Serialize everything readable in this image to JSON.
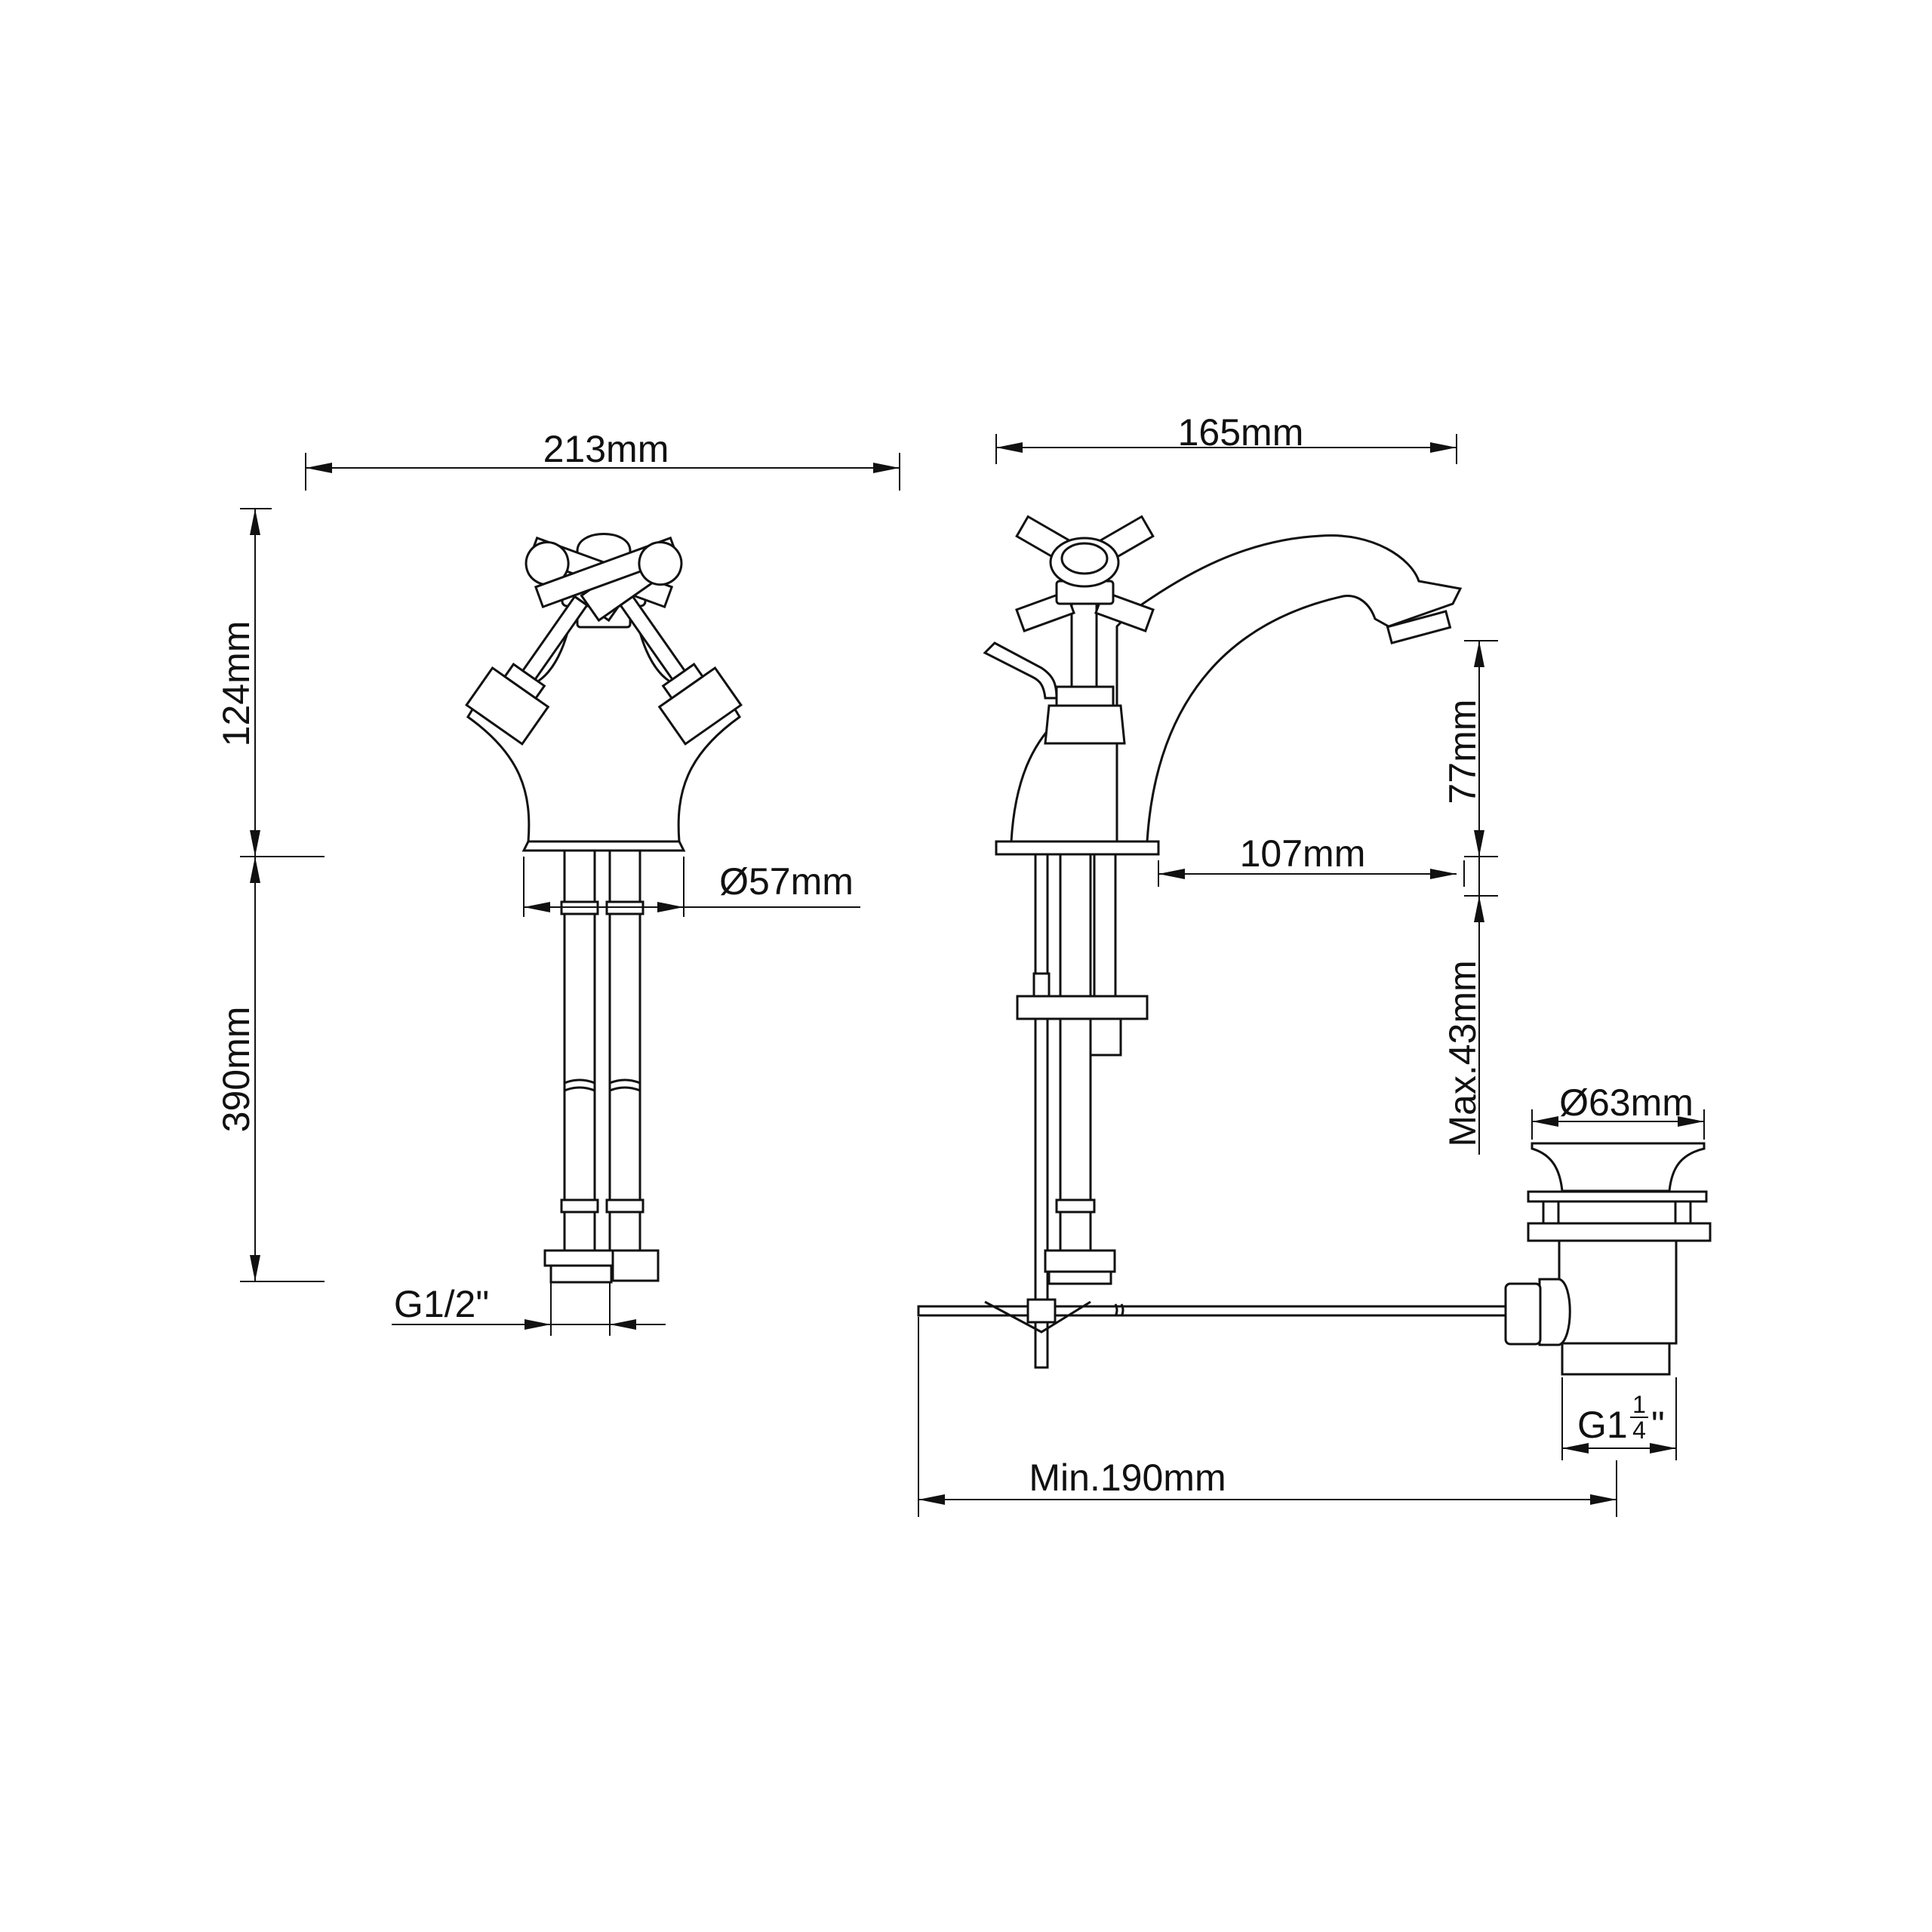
{
  "front_view": {
    "width_label": "213mm",
    "height_label": "124mm",
    "hose_length_label": "390mm",
    "base_diameter_label": "Ø57mm",
    "connection_label": "G1/2\""
  },
  "side_view": {
    "depth_label": "165mm",
    "spout_height_label": "77mm",
    "spout_reach_label": "107mm",
    "max_thickness_label": "Max.43mm",
    "pullrod_length_label": "Min.190mm"
  },
  "waste": {
    "diameter_label": "Ø63mm",
    "thread_prefix": "G1",
    "thread_num": "1",
    "thread_den": "4",
    "thread_suffix": "\""
  },
  "colors": {
    "line": "#111111",
    "background": "#ffffff"
  }
}
